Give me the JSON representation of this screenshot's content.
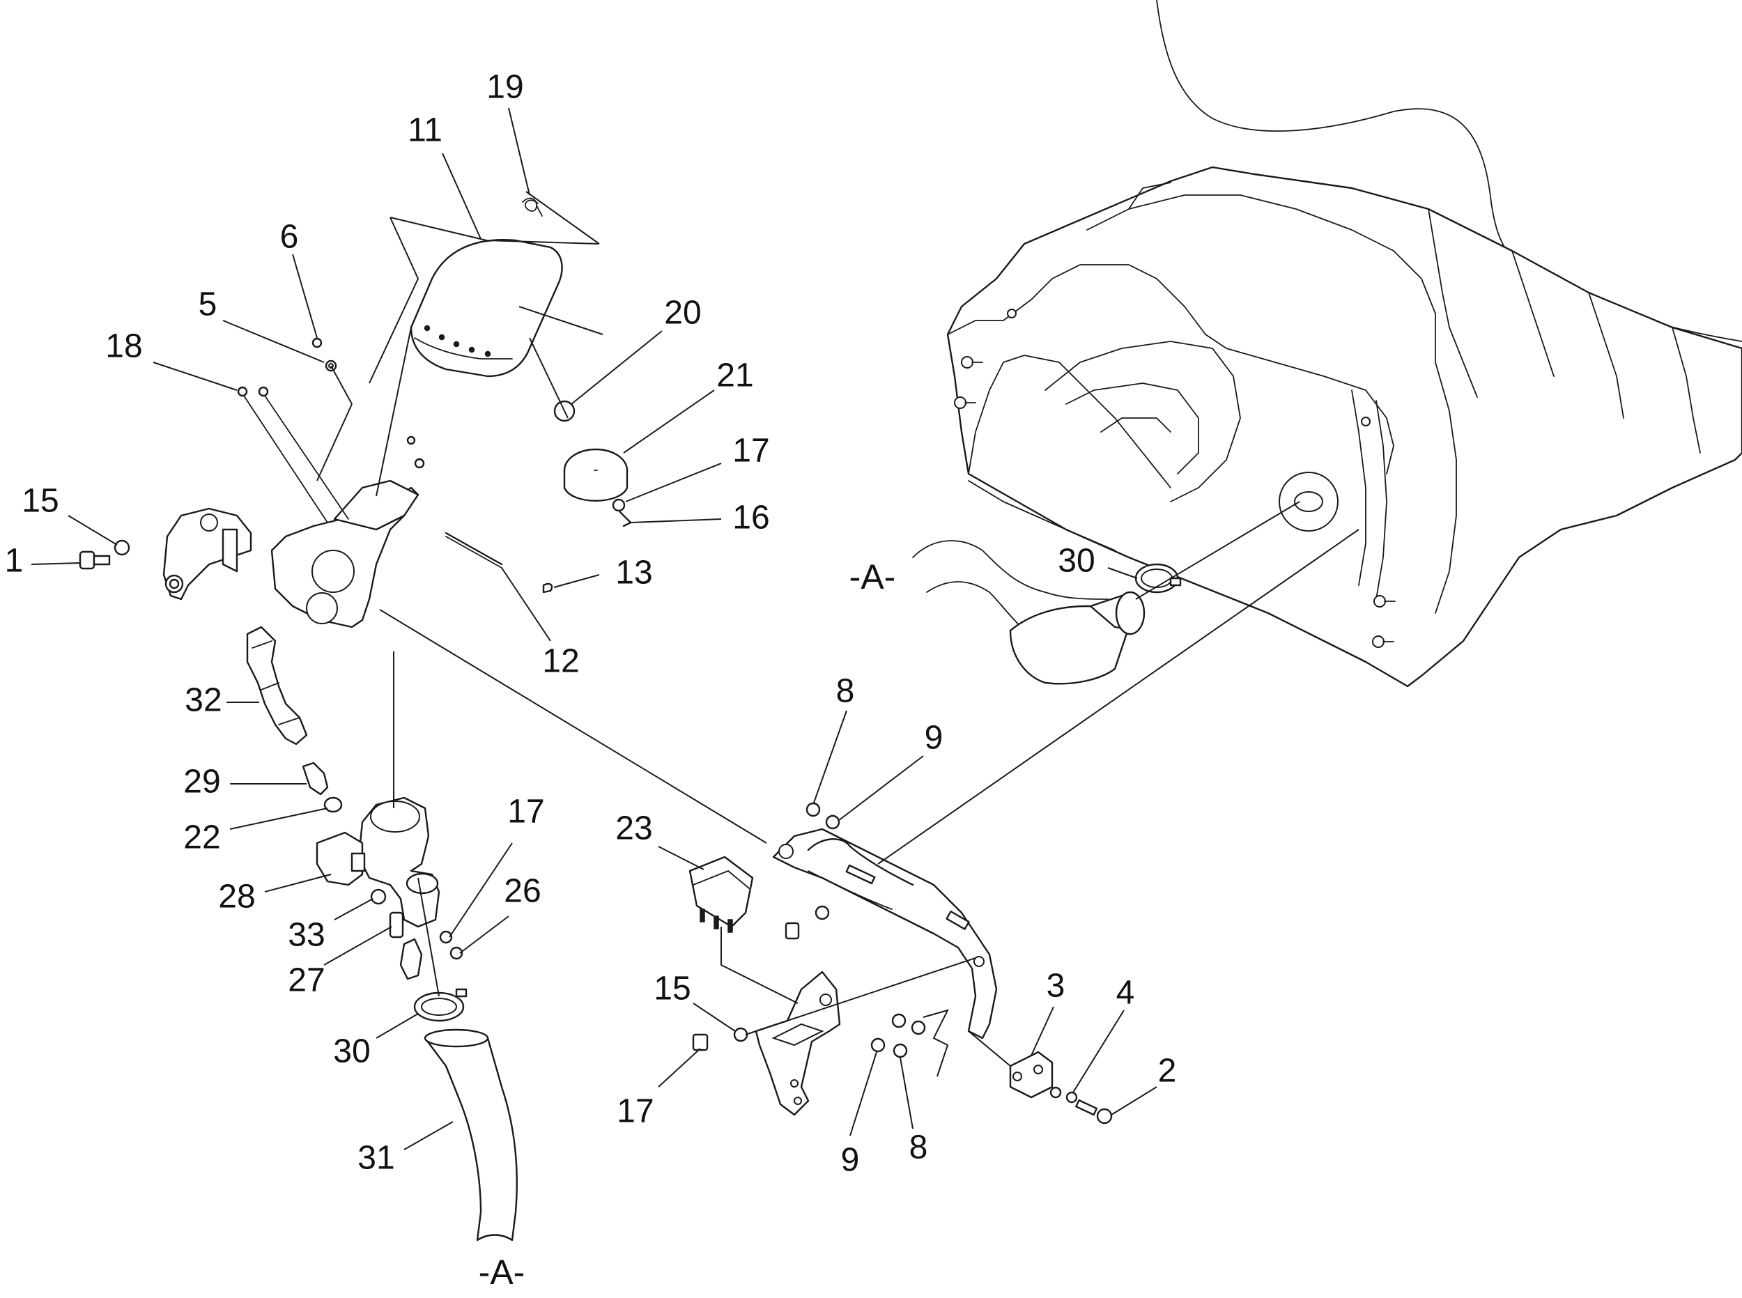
{
  "diagram": {
    "callouts": [
      {
        "id": "c19a",
        "text": "19"
      },
      {
        "id": "c11",
        "text": "11"
      },
      {
        "id": "c6",
        "text": "6"
      },
      {
        "id": "c5",
        "text": "5"
      },
      {
        "id": "c18",
        "text": "18"
      },
      {
        "id": "c20",
        "text": "20"
      },
      {
        "id": "c21",
        "text": "21"
      },
      {
        "id": "c17a",
        "text": "17"
      },
      {
        "id": "c16",
        "text": "16"
      },
      {
        "id": "c15a",
        "text": "15"
      },
      {
        "id": "c1",
        "text": "1"
      },
      {
        "id": "c13",
        "text": "13"
      },
      {
        "id": "c12",
        "text": "12"
      },
      {
        "id": "c32",
        "text": "32"
      },
      {
        "id": "c29",
        "text": "29"
      },
      {
        "id": "c22",
        "text": "22"
      },
      {
        "id": "c28",
        "text": "28"
      },
      {
        "id": "c33",
        "text": "33"
      },
      {
        "id": "c27",
        "text": "27"
      },
      {
        "id": "c17b",
        "text": "17"
      },
      {
        "id": "c26",
        "text": "26"
      },
      {
        "id": "c30a",
        "text": "30"
      },
      {
        "id": "c31",
        "text": "31"
      },
      {
        "id": "c8a",
        "text": "8"
      },
      {
        "id": "c9a",
        "text": "9"
      },
      {
        "id": "c23",
        "text": "23"
      },
      {
        "id": "c15b",
        "text": "15"
      },
      {
        "id": "c17c",
        "text": "17"
      },
      {
        "id": "c3",
        "text": "3"
      },
      {
        "id": "c4",
        "text": "4"
      },
      {
        "id": "c2",
        "text": "2"
      },
      {
        "id": "c9b",
        "text": "9"
      },
      {
        "id": "c8b",
        "text": "8"
      },
      {
        "id": "c30b",
        "text": "30"
      }
    ],
    "view_labels": {
      "top": "-A-",
      "bottom": "-A-"
    }
  }
}
